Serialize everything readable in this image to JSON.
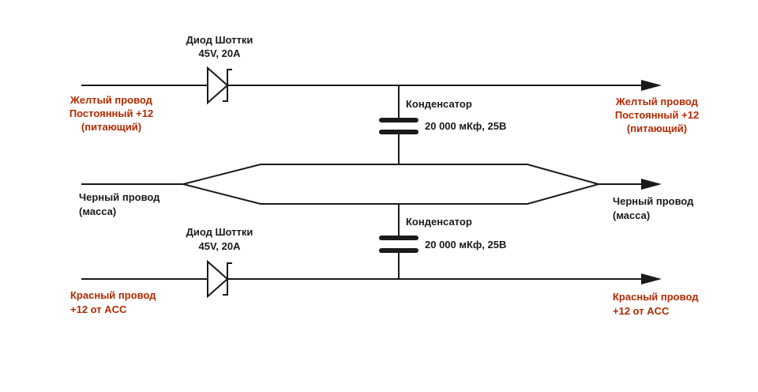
{
  "schematic": {
    "top_line": {
      "input_label": [
        "Желтый провод",
        "Постоянный +12",
        "(питающий)"
      ],
      "output_label": [
        "Желтый провод",
        "Постоянный +12",
        "(питающий)"
      ],
      "label_color": "#b22a00",
      "diode_title": "Диод Шоттки",
      "diode_rating": "45V, 20A"
    },
    "ground_line": {
      "input_label": [
        "Черный провод",
        "(масса)"
      ],
      "output_label": [
        "Черный провод",
        "(масса)"
      ],
      "label_color": "#1a1a1a"
    },
    "bottom_line": {
      "input_label": [
        "Красный провод",
        "+12 от ACC"
      ],
      "output_label": [
        "Красный провод",
        "+12 от ACC"
      ],
      "label_color": "#b22a00",
      "diode_title": "Диод Шоттки",
      "diode_rating": "45V, 20A"
    },
    "capacitor_top": {
      "title": "Конденсатор",
      "rating": "20 000 мКф, 25В"
    },
    "capacitor_bottom": {
      "title": "Конденсатор",
      "rating": "20 000 мКф, 25В"
    },
    "wire_color": "#1a1a1a",
    "icons": [
      "schottky-diode-icon",
      "capacitor-icon",
      "arrow-right-icon"
    ]
  }
}
